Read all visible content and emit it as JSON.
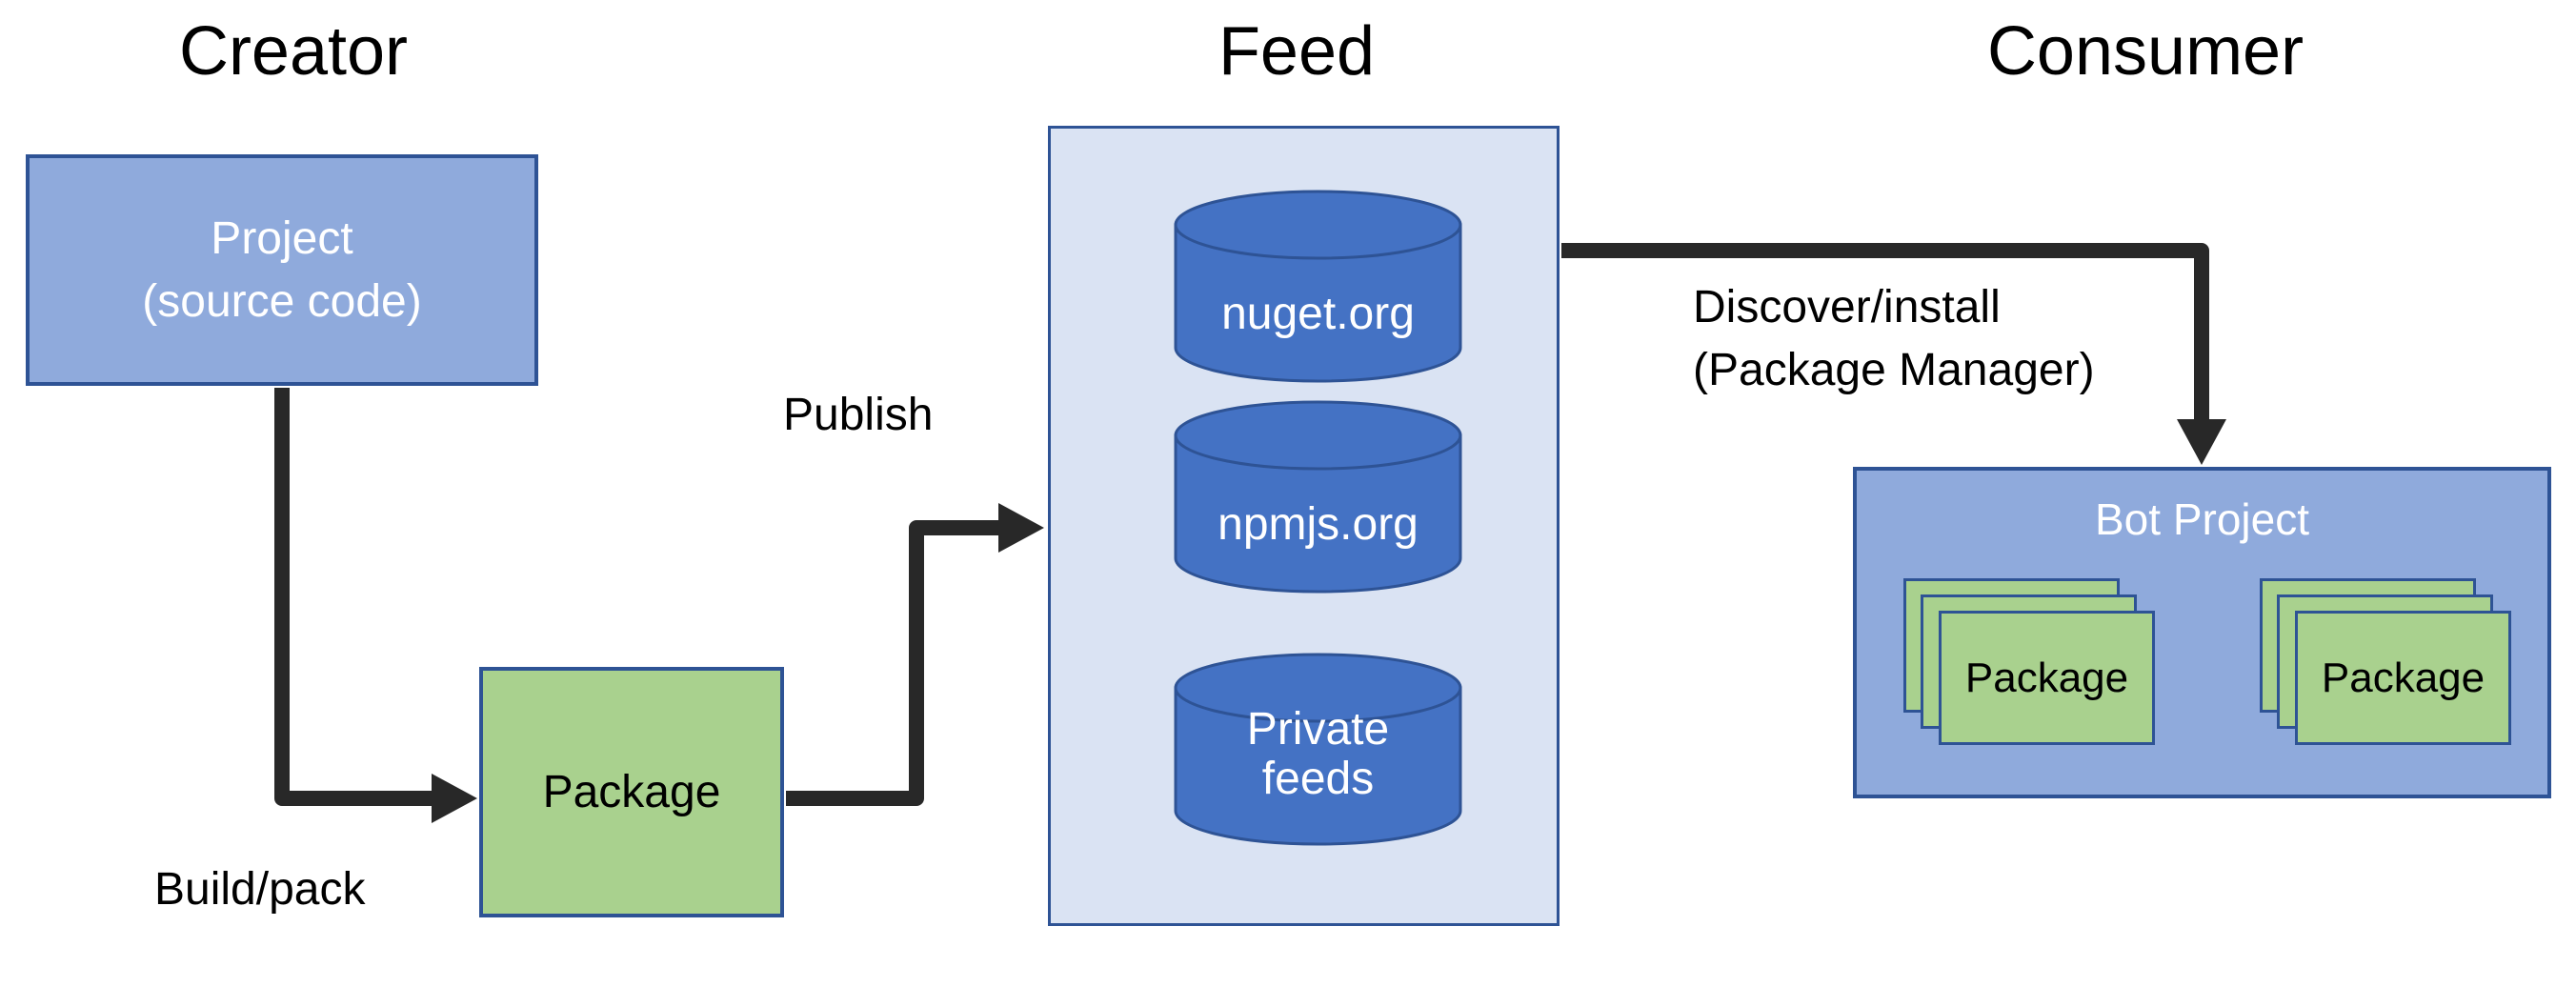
{
  "titles": {
    "creator": "Creator",
    "feed": "Feed",
    "consumer": "Consumer"
  },
  "creator": {
    "project_box": {
      "line1": "Project",
      "line2": "(source code)"
    },
    "build_pack_label": "Build/pack",
    "package_box": {
      "label": "Package"
    }
  },
  "publish_label": "Publish",
  "feed": {
    "cylinders": {
      "nuget": {
        "label": "nuget.org"
      },
      "npm": {
        "label": "npmjs.org"
      },
      "private": {
        "line1": "Private",
        "line2": "feeds"
      }
    }
  },
  "consumer": {
    "discover_label": {
      "line1": "Discover/install",
      "line2": "(Package Manager)"
    },
    "bot_project": {
      "title": "Bot Project",
      "stack1_label": "Package",
      "stack2_label": "Package"
    }
  },
  "palette": {
    "box_blue": "#8FAADC",
    "container_light_blue": "#DAE3F3",
    "cylinder_blue": "#4472C4",
    "green": "#A9D18E",
    "border_blue": "#2E5395",
    "arrow_color": "#282828",
    "text_dark": "#000000",
    "text_light": "#FFFFFF"
  }
}
